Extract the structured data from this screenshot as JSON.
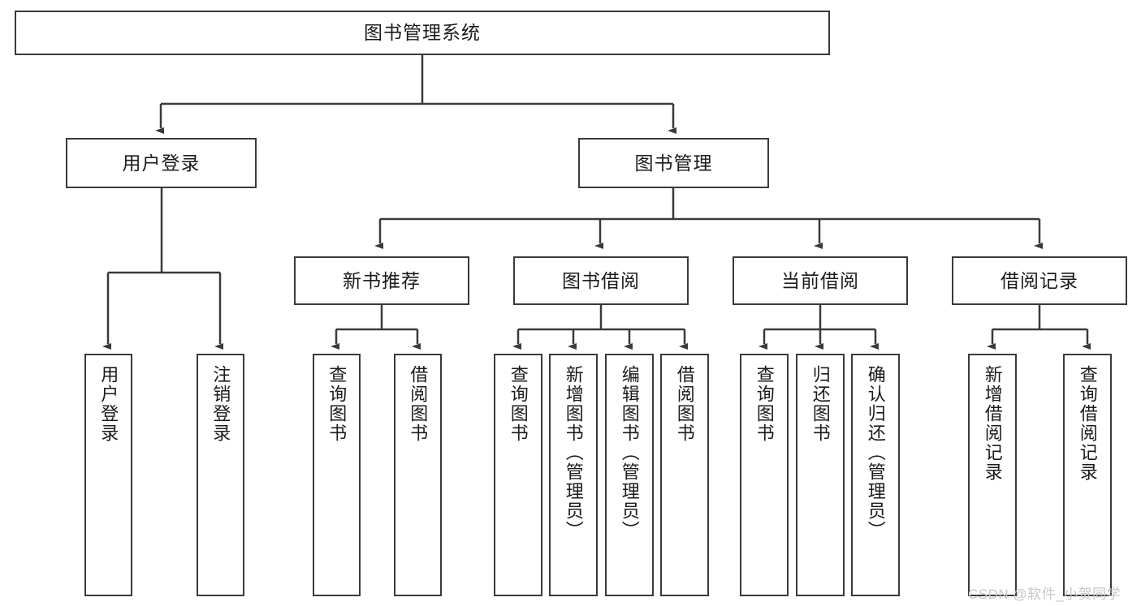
{
  "diagram": {
    "type": "tree-hierarchy-chart",
    "title": "图书管理系统",
    "stroke_color": "#3a3a3a",
    "fill_color": "#ffffff",
    "text_color": "#1b1b1b",
    "levels": {
      "root": {
        "label": "图书管理系统"
      },
      "level2": [
        {
          "label": "用户登录"
        },
        {
          "label": "图书管理"
        }
      ],
      "level3": [
        {
          "label": "新书推荐"
        },
        {
          "label": "图书借阅"
        },
        {
          "label": "当前借阅"
        },
        {
          "label": "借阅记录"
        }
      ],
      "leaves": {
        "user_login": [
          {
            "label": "用户登录"
          },
          {
            "label": "注销登录"
          }
        ],
        "new_book_recommend": [
          {
            "label": "查询图书"
          },
          {
            "label": "借阅图书"
          }
        ],
        "book_borrow": [
          {
            "label": "查询图书"
          },
          {
            "label": "新增图书（管理员）"
          },
          {
            "label": "编辑图书（管理员）"
          },
          {
            "label": "借阅图书"
          }
        ],
        "current_borrow": [
          {
            "label": "查询图书"
          },
          {
            "label": "归还图书"
          },
          {
            "label": "确认归还（管理员）"
          }
        ],
        "borrow_record": [
          {
            "label": "新增借阅记录"
          },
          {
            "label": "查询借阅记录"
          }
        ]
      }
    }
  },
  "watermark": {
    "text": "CSDN @软件_小贺同学",
    "color": "#c7c7c7"
  }
}
